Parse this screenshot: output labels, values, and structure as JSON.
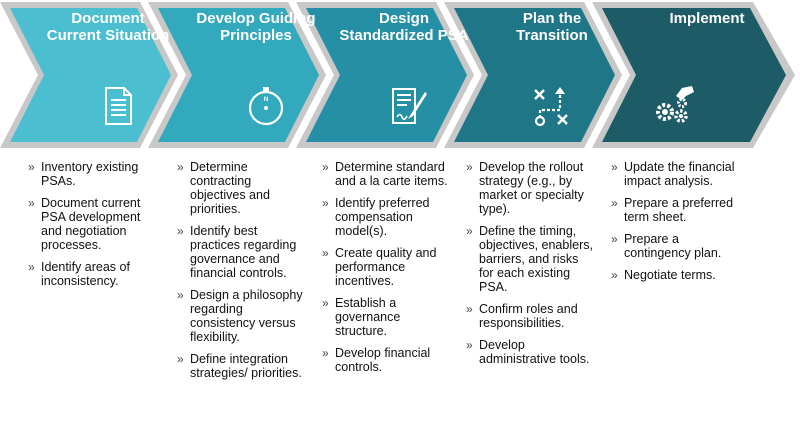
{
  "stages": [
    {
      "title": "Document Current Situation",
      "icon": "document-icon",
      "color": "#4bbfcf",
      "items": [
        "Inventory existing PSAs.",
        "Document current PSA development and negotiation processes.",
        "Identify areas of inconsistency."
      ]
    },
    {
      "title": "Develop Guiding Principles",
      "icon": "compass-icon",
      "color": "#33a9bd",
      "items": [
        "Determine contracting objectives and priorities.",
        "Identify best practices regarding governance and financial controls.",
        "Design a philosophy regarding consistency versus flexibility.",
        "Define integration strategies/ priorities."
      ]
    },
    {
      "title": "Design Standardized PSA",
      "icon": "contract-icon",
      "color": "#2590a5",
      "items": [
        "Determine standard and a la carte items.",
        "Identify preferred compensation model(s).",
        "Create quality and performance incentives.",
        "Establish a governance structure.",
        "Develop financial controls."
      ]
    },
    {
      "title": "Plan the Transition",
      "icon": "strategy-icon",
      "color": "#1e7687",
      "items": [
        "Develop the rollout strategy (e.g., by market or specialty type).",
        "Define the timing, objectives, enablers, barriers, and risks for each existing PSA.",
        "Confirm roles and responsibilities.",
        "Develop administrative tools."
      ]
    },
    {
      "title": "Implement",
      "icon": "gears-hand-icon",
      "color": "#1d5b66",
      "items": [
        "Update the financial impact analysis.",
        "Prepare a preferred term sheet.",
        "Prepare a contingency plan.",
        "Negotiate terms."
      ]
    }
  ],
  "colors": {
    "outline": "#c8c8c8",
    "text": "#111111",
    "icon_stroke": "#ffffff"
  }
}
